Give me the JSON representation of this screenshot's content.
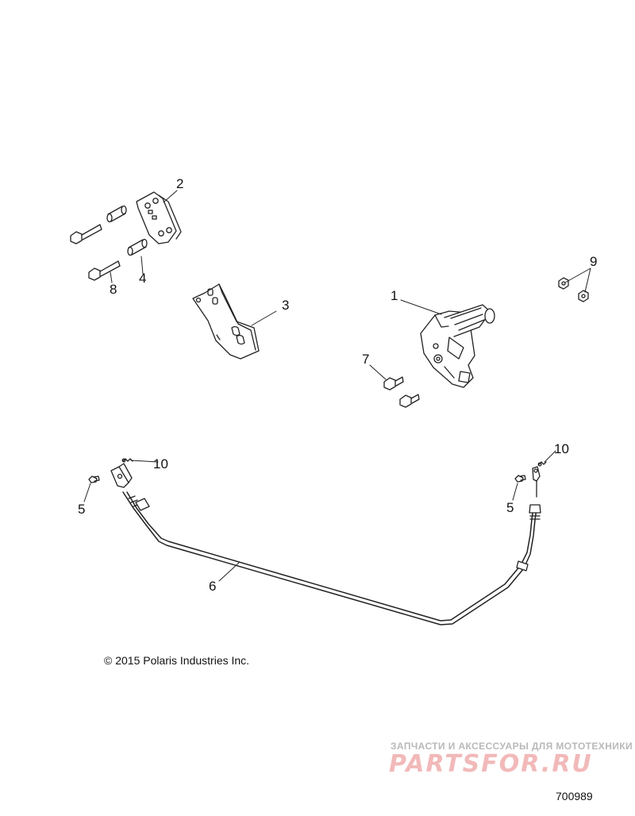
{
  "callouts": {
    "c1": "1",
    "c2": "2",
    "c3": "3",
    "c4": "4",
    "c5a": "5",
    "c5b": "5",
    "c6": "6",
    "c7": "7",
    "c8": "8",
    "c9": "9",
    "c10a": "10",
    "c10b": "10"
  },
  "copyright": "© 2015 Polaris Industries Inc.",
  "watermark": {
    "tagline": "ЗАПЧАСТИ И АКСЕССУАРЫ ДЛЯ МОТОТЕХНИКИ",
    "logo": "PARTSFOR.RU"
  },
  "figure_number": "700989"
}
